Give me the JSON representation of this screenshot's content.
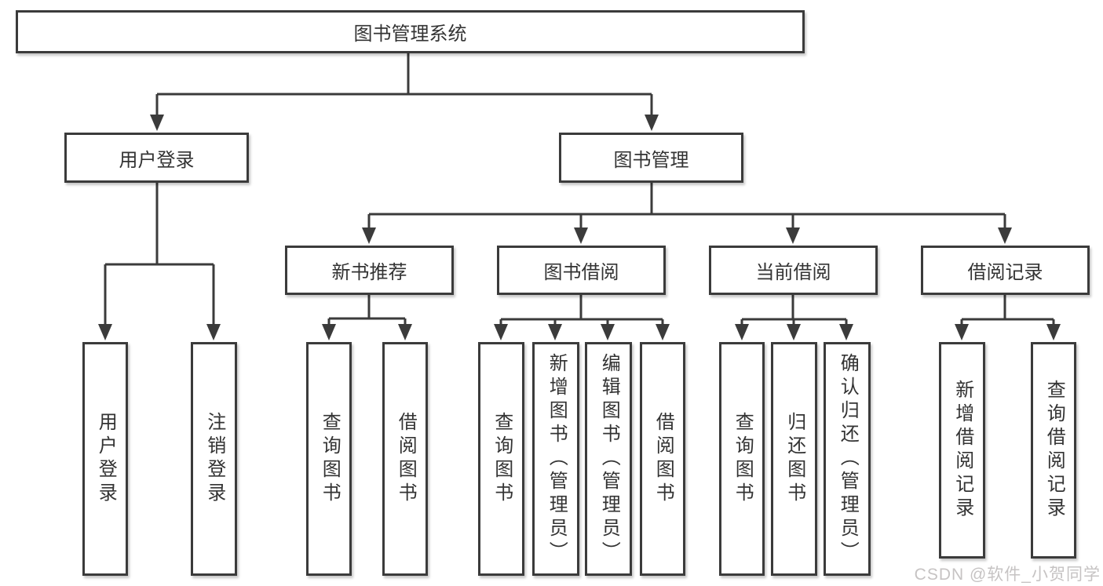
{
  "diagram_title": "图书管理系统",
  "colors": {
    "line": "#3b3b3b",
    "text": "#333333",
    "watermark": "#c6c3c3",
    "background": "#ffffff"
  },
  "tree": {
    "root": {
      "label": "图书管理系统"
    },
    "user_login": {
      "label": "用户登录",
      "children": [
        {
          "label": "用户登录"
        },
        {
          "label": "注销登录"
        }
      ]
    },
    "book_mgmt": {
      "label": "图书管理",
      "groups": [
        {
          "label": "新书推荐",
          "children": [
            {
              "label": "查询图书"
            },
            {
              "label": "借阅图书"
            }
          ]
        },
        {
          "label": "图书借阅",
          "children": [
            {
              "label": "查询图书"
            },
            {
              "label": "新增图书（管理员）"
            },
            {
              "label": "编辑图书（管理员）"
            },
            {
              "label": "借阅图书"
            }
          ]
        },
        {
          "label": "当前借阅",
          "children": [
            {
              "label": "查询图书"
            },
            {
              "label": "归还图书"
            },
            {
              "label": "确认归还（管理员）"
            }
          ]
        },
        {
          "label": "借阅记录",
          "children": [
            {
              "label": "新增借阅记录"
            },
            {
              "label": "查询借阅记录"
            }
          ]
        }
      ]
    }
  },
  "watermark": "CSDN @软件_小贺同学"
}
